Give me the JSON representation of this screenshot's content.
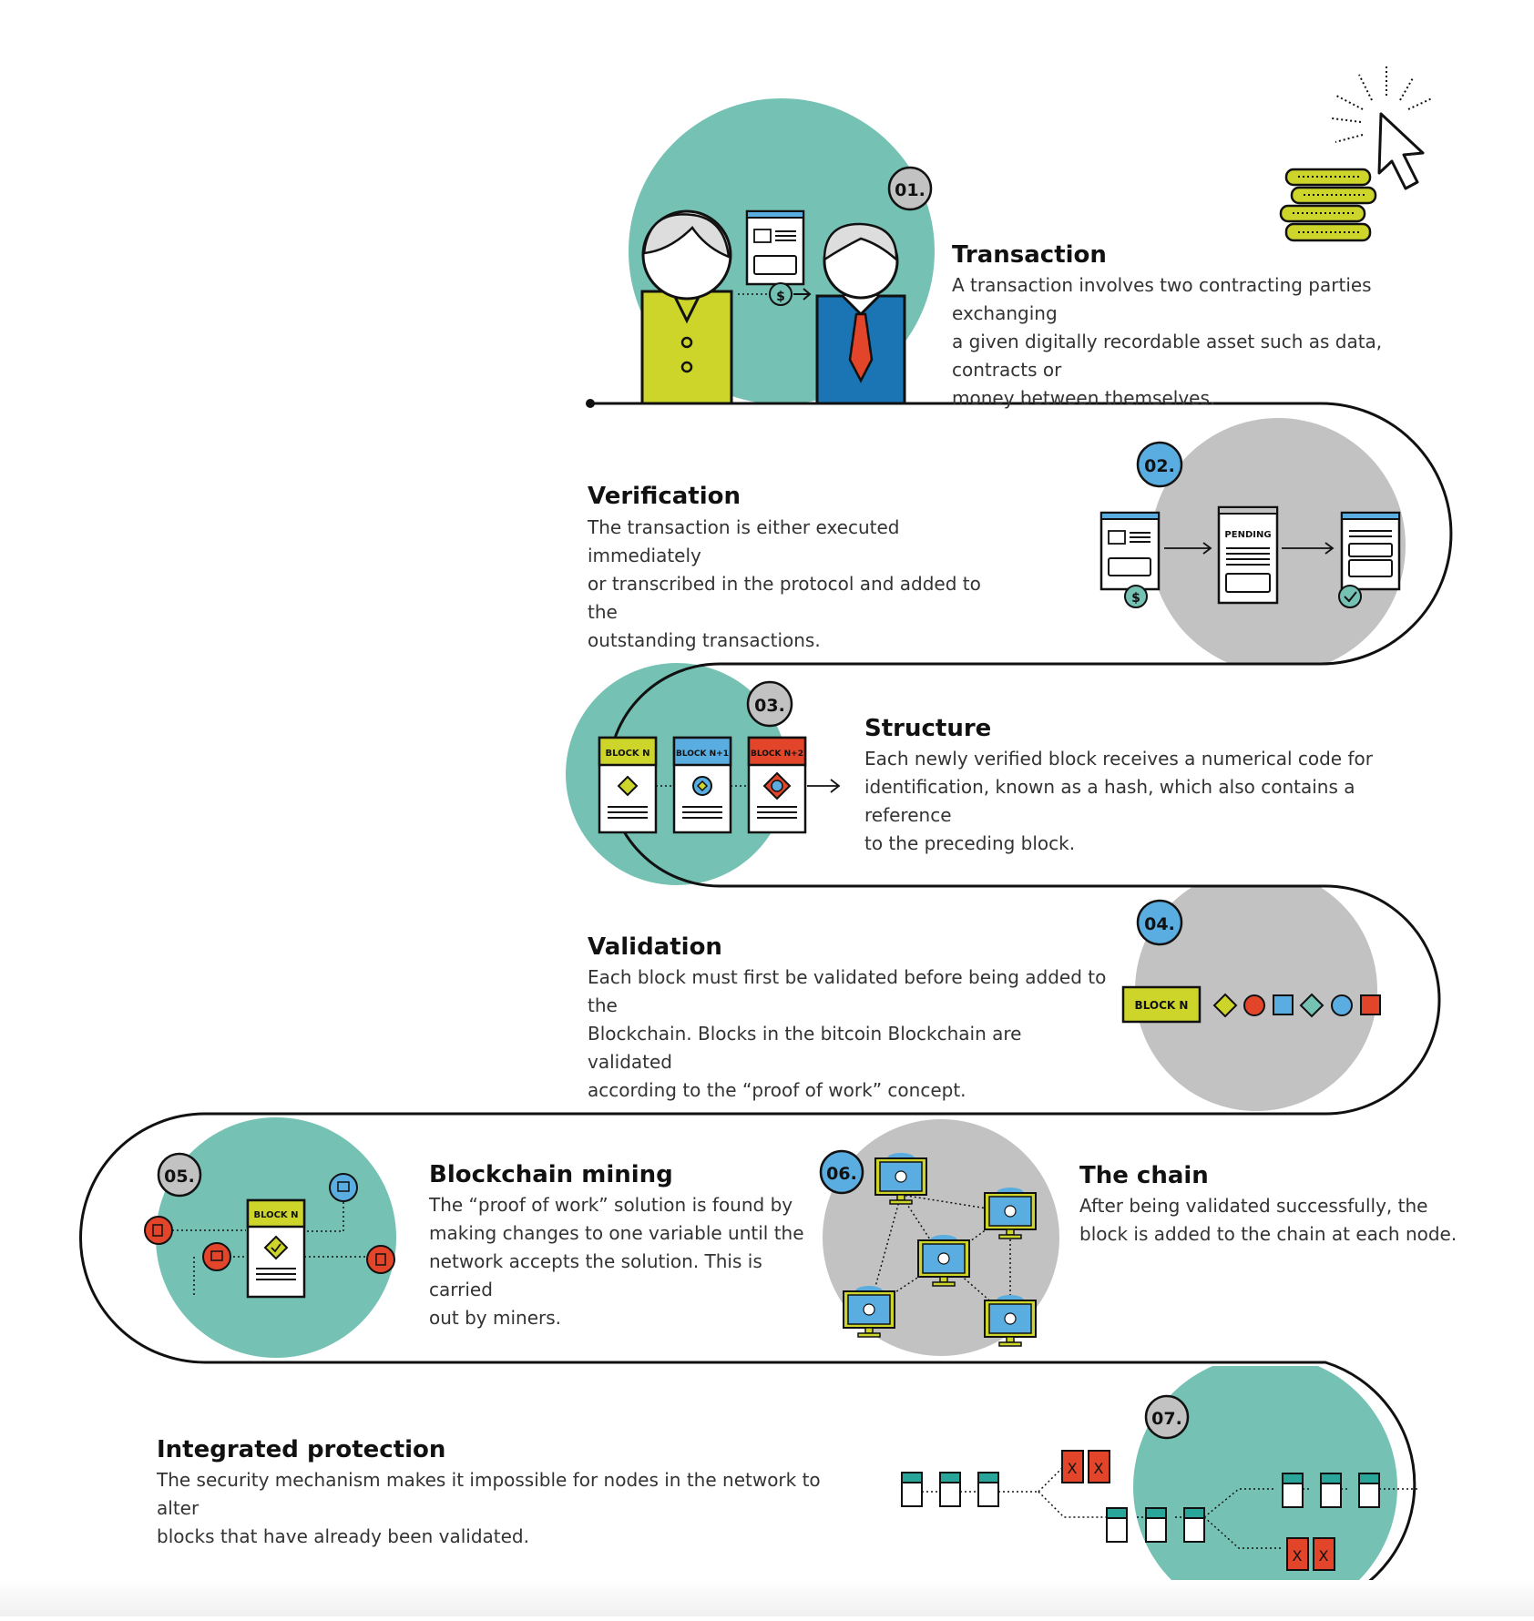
{
  "colors": {
    "teal": "#75c2b5",
    "grey": "#c2c2c2",
    "lime": "#cdd52a",
    "blue": "#5aade0",
    "red": "#e2452a",
    "darkblue": "#1b74b3",
    "line": "#111111"
  },
  "steps": [
    {
      "number": "01.",
      "title": "Transaction",
      "lines": [
        "A transaction involves two contracting parties exchanging",
        "a given digitally recordable asset such as data, contracts or",
        "money between themselves."
      ]
    },
    {
      "number": "02.",
      "title": "Verification",
      "lines": [
        "The transaction is either executed immediately",
        "or transcribed in the protocol and added to the",
        "outstanding transactions."
      ]
    },
    {
      "number": "03.",
      "title": "Structure",
      "lines": [
        "Each newly verified block receives a numerical code for",
        "identification, known as a hash, which also contains a reference",
        "to the preceding block."
      ]
    },
    {
      "number": "04.",
      "title": "Validation",
      "lines": [
        "Each block must first be validated before being added to the",
        "Blockchain. Blocks in the bitcoin Blockchain are validated",
        "according to the “proof of work” concept."
      ]
    },
    {
      "number": "05.",
      "title": "Blockchain mining",
      "lines": [
        "The “proof of work” solution is found by",
        "making changes to one variable until the",
        "network accepts the solution. This is carried",
        "out by miners."
      ]
    },
    {
      "number": "06.",
      "title": "The chain",
      "lines": [
        "After being validated successfully, the",
        "block is added to the chain at each node."
      ]
    },
    {
      "number": "07.",
      "title": "Integrated protection",
      "lines": [
        "The security mechanism makes it impossible for nodes in the network to alter",
        "blocks that have already been validated."
      ]
    }
  ],
  "labels": {
    "pending": "PENDING",
    "block_n": "BLOCK N",
    "block_n1": "BLOCK N+1",
    "block_n2": "BLOCK N+2",
    "dollar": "$",
    "x_mark": "X"
  }
}
